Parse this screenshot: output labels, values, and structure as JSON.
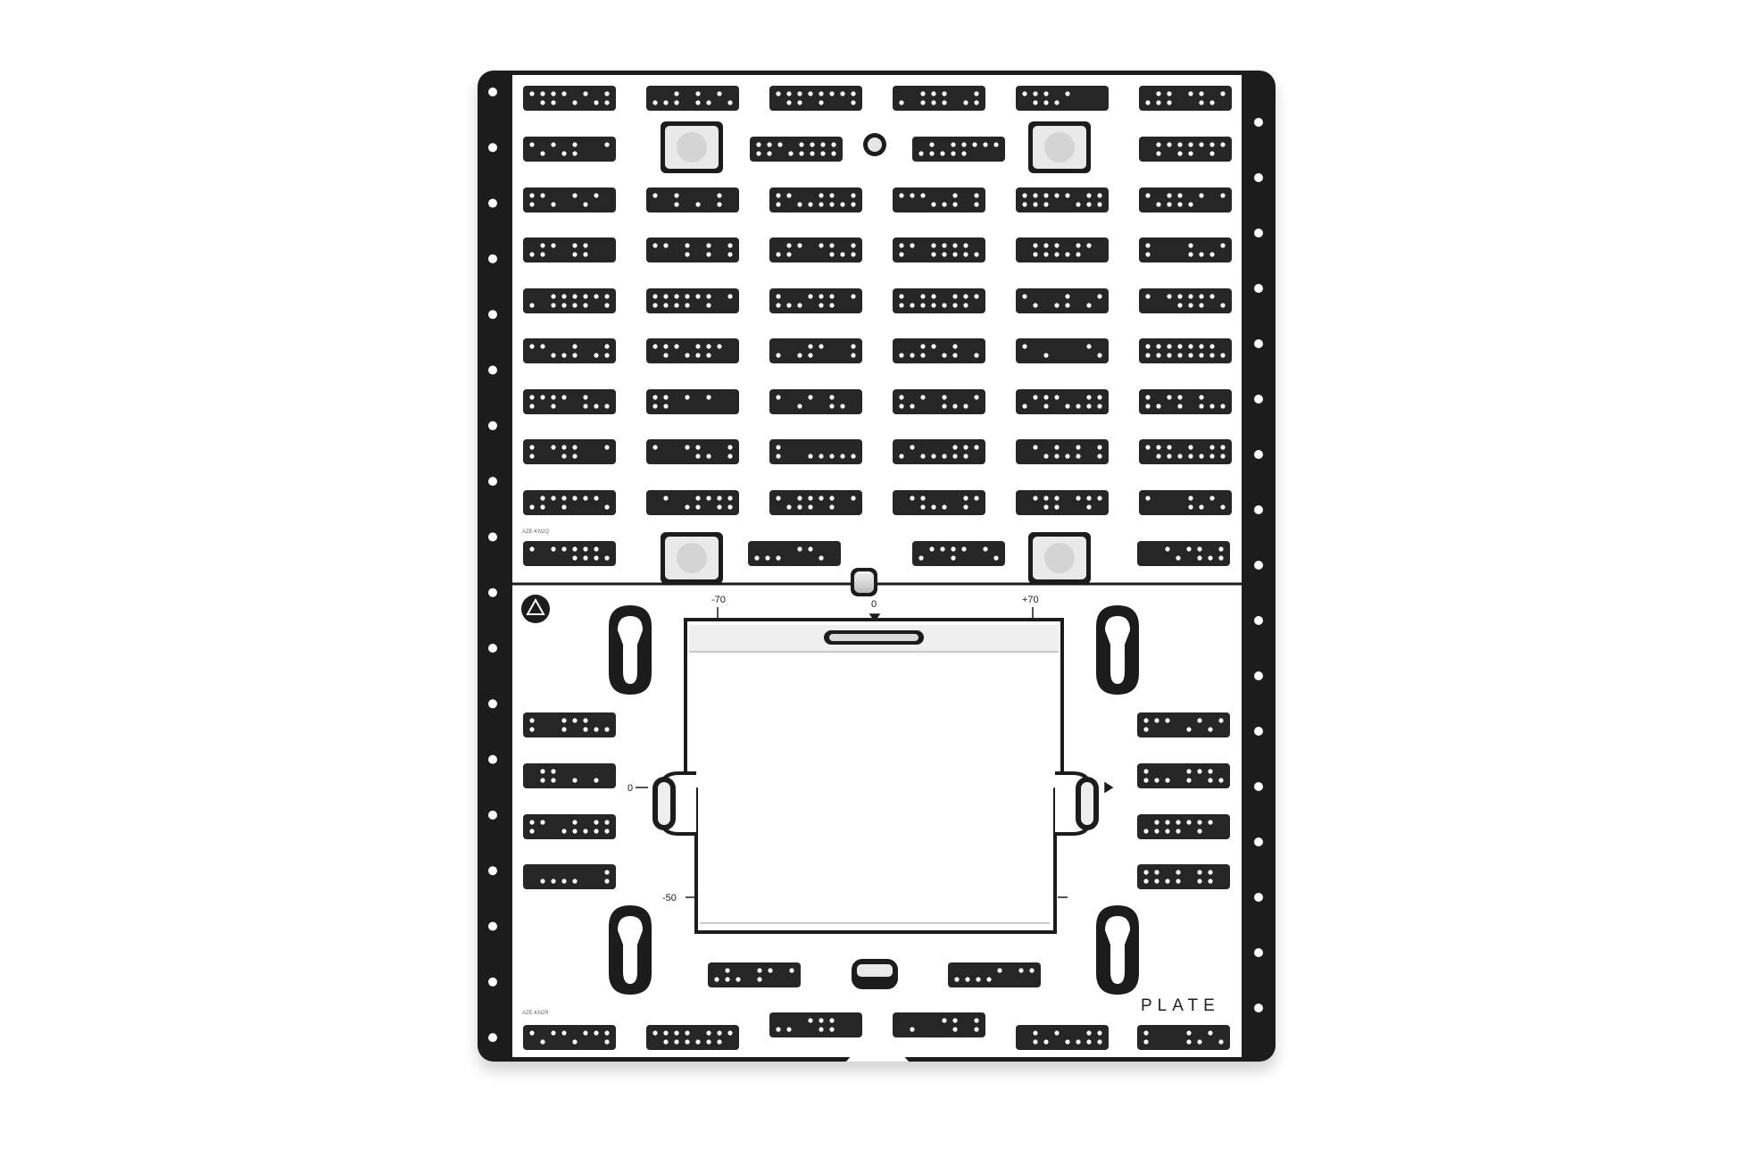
{
  "product": {
    "brand": "PLATE",
    "part_code_top": "AZE-KN2Q",
    "part_code_bottom": "AZE-KN2R"
  },
  "scale_marks": {
    "top_left": "-70",
    "top_center": "0",
    "top_right": "+70",
    "left_middle": "0",
    "left_lower": "-50"
  },
  "colors": {
    "frame": "#1c1c1c",
    "plate": "#ffffff",
    "slot": "#262626",
    "hole": "#f4f4f4",
    "tab": "#d9d9d9"
  },
  "icons": {
    "corner_marker": "triangle-icon"
  }
}
